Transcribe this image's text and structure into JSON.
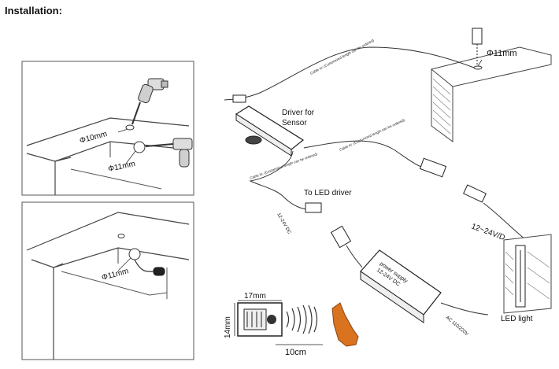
{
  "title": "Installation:",
  "labels": {
    "hole_10mm": "Φ10mm",
    "hole_11mm_top": "Φ11mm",
    "hole_11mm_bottom": "Φ11mm",
    "hole_11mm_right": "Φ11mm",
    "driver_for_sensor": "Driver for\nSensor",
    "to_led_driver": "To LED driver",
    "voltage_12_24v_dc": "12-24V DC",
    "voltage_12_24v_d": "12~24V/D",
    "power_supply": "power supply\n12-24V DC",
    "ac_input": "AC 110/220V",
    "led_light": "LED light",
    "dim_width": "17mm",
    "dim_height": "14mm",
    "dim_range": "10cm",
    "cable_note": "Cable to:\n(Customized length can be ordered)"
  },
  "colors": {
    "line": "#333333",
    "hand": "#d9731f",
    "hand_edge": "#8a4510",
    "dim_red": "#e02020"
  }
}
